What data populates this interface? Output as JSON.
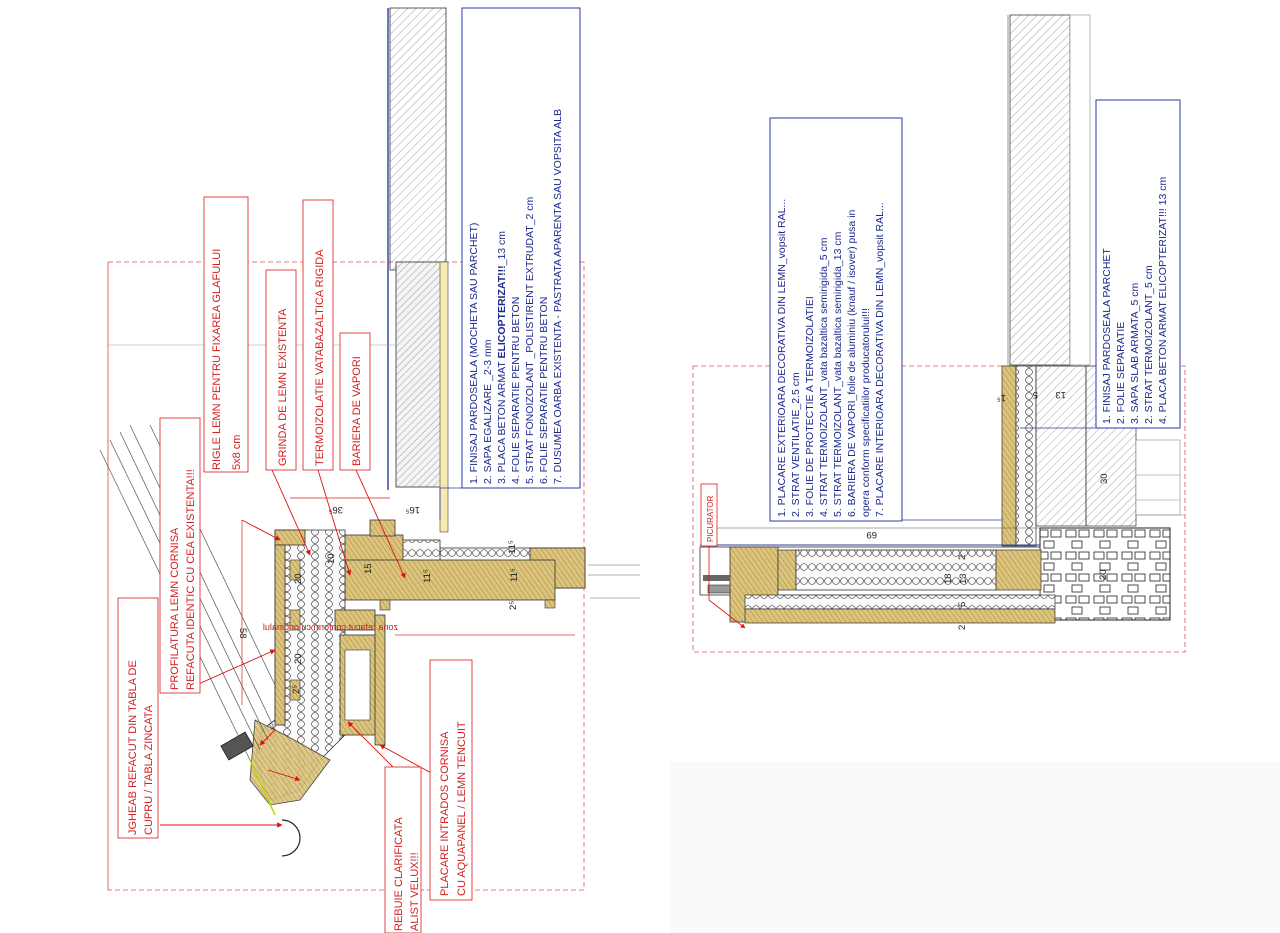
{
  "left_detail": {
    "labels": {
      "rigle": [
        "RIGLE LEMN PENTRU FIXAREA GLAFULUI",
        "5x8 cm"
      ],
      "grinda": "GRINDA DE LEMN EXISTENTA",
      "termo": "TERMOIZOLATIE VATABAZALTICA RIGIDA",
      "bariera": "BARIERA DE VAPORI",
      "profilatura": [
        "PROFILATURA LEMN CORNISA",
        "REFACUTA IDENTIC CU CEA EXISTENTA!!!"
      ],
      "jgheab": [
        "JGHEAB REFACUT DIN TABLA DE",
        "CUPRU / TABLA ZINCATA"
      ],
      "rebuie": [
        "REBUIE CLARIFICATA",
        "ALIST VELUX!!!"
      ],
      "placare": [
        "PLACARE INTRADOS CORNISA",
        "CU AQUAPANEL / LEMN TENCUIT"
      ],
      "zona": "zona refacut conform cu originalul"
    },
    "legend": [
      "1. FINISAJ PARDOSEALA (MOCHETA SAU PARCHET)",
      "2. SAPA EGALIZARE _2-3 mm",
      "3. PLACA BETON ARMAT ",
      "ELICOPTERIZAT!!!",
      "_13 cm",
      "4. FOLIE SEPARATIE PENTRU BETON",
      "5. STRAT FONOIZOLANT _POLISTIRENT EXTRUDAT_2 cm",
      "6. FOLIE SEPARATIE PENTRU BETON",
      "7. DUSUMEA OARBA EXISTENTA - PASTRATA APARENTA SAU VOPSITA ALB"
    ],
    "dims": [
      "58",
      "36⁵",
      "16⁵",
      "11⁵",
      "11⁵",
      "11⁵",
      "2⁵",
      "10",
      "20",
      "20",
      "15",
      "2⁵"
    ]
  },
  "right_detail": {
    "legend_a": [
      "1. PLACARE EXTERIOARA DECORATIVA DIN LEMN_vopsit RAL...",
      "2. STRAT VENTILATIE_2.5 cm",
      "3. FOLIE DE PROTECTIE A TERMOIZOLATIEI",
      "4. STRAT TERMOIZOLANT_vata bazaltica semirigida_5 cm",
      "5. STRAT TERMOIZOLANT_vata bazaltica semirigida_13 cm",
      "6. BARIERA DE VAPORI_folie de aluminiu (knauf / isover) pusa in",
      "opera conform specificatiilor producatorului!!!",
      "7. PLACARE INTERIOARA DECORATIVA DIN LEMN_vopsit RAL..."
    ],
    "legend_b": [
      "1. FINISAJ PARDOSEALA PARCHET",
      "2. FOLIE SEPARATIE",
      "3. SAPA SLAB ARMATA_5 cm",
      "2. STRAT TERMOIZOLANT_5 cm",
      "4. PLACA BETON ARMAT ELICOPTERIZAT!!! 13 cm"
    ],
    "picurator": "PICURATOR",
    "dims": [
      "69",
      "18",
      "13",
      "2",
      "5",
      "2",
      "30",
      "20",
      "13",
      "5",
      "1⁵"
    ]
  },
  "colors": {
    "annotation_red": "#d31f1f",
    "legend_blue": "#1d2a8c",
    "wood": "#d9c27a",
    "insulation": "#f2f2f2"
  }
}
